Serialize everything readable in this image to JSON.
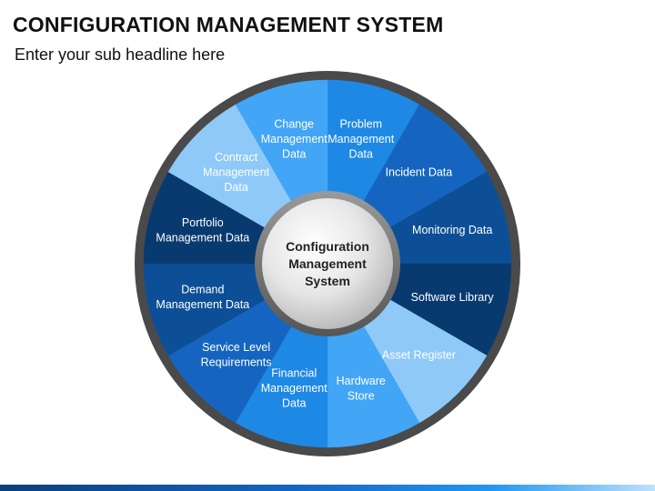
{
  "slide": {
    "title": "CONFIGURATION MANAGEMENT SYSTEM",
    "subtitle": "Enter your sub headline here"
  },
  "diagram": {
    "center_label": [
      "Configuration",
      "Management",
      "System"
    ],
    "segments": [
      {
        "lines": [
          "Problem",
          "Management",
          "Data"
        ],
        "color": "#1e88e5"
      },
      {
        "lines": [
          "Incident Data"
        ],
        "color": "#1565c0"
      },
      {
        "lines": [
          "Monitoring Data"
        ],
        "color": "#0d4f96"
      },
      {
        "lines": [
          "Software Library"
        ],
        "color": "#083a70"
      },
      {
        "lines": [
          "Asset Register"
        ],
        "color": "#8ec9f8"
      },
      {
        "lines": [
          "Hardware",
          "Store"
        ],
        "color": "#42a5f5"
      },
      {
        "lines": [
          "Financial",
          "Management",
          "Data"
        ],
        "color": "#1e88e5"
      },
      {
        "lines": [
          "Service Level",
          "Requirements"
        ],
        "color": "#1565c0"
      },
      {
        "lines": [
          "Demand",
          "Management Data"
        ],
        "color": "#0d4f96"
      },
      {
        "lines": [
          "Portfolio",
          "Management Data"
        ],
        "color": "#083a70"
      },
      {
        "lines": [
          "Contract",
          "Management",
          "Data"
        ],
        "color": "#8ec9f8"
      },
      {
        "lines": [
          "Change",
          "Management",
          "Data"
        ],
        "color": "#42a5f5"
      }
    ],
    "ring_color": "#4a4a4a"
  }
}
